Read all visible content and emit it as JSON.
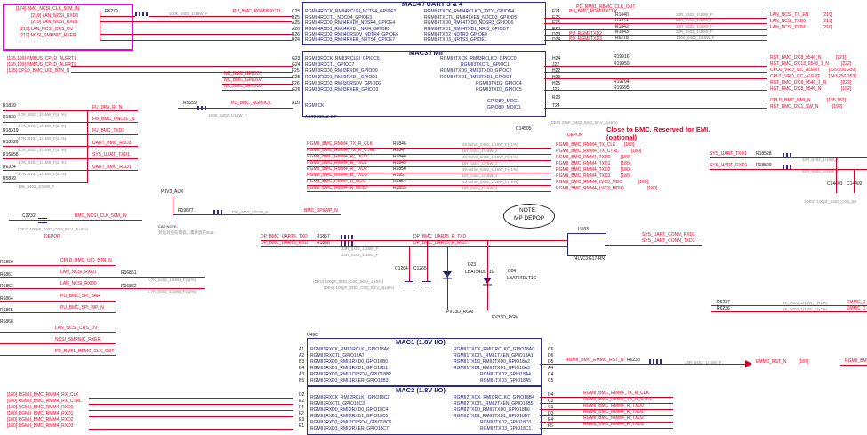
{
  "top_left_block": {
    "lines": [
      "[174] BMC_NCSI_CLK_50M_IN",
      "[219] LAN_NCSI_RXD0",
      "[219] LAN_NCSI_RXD1",
      "[219] LAN_NCSI_CRS_DV",
      "[219] NCSI_SMRNIC_RXER"
    ],
    "res_ref": "R6279",
    "res_val": "100K_0402_1/16W_F",
    "net": "PU_BMC_RGMIIRXCTL"
  },
  "mac4": {
    "title": "MAC4 / UART 3 & 4",
    "left_pins": [
      "C25",
      "B25",
      "A25",
      "A26",
      "B26",
      "B24"
    ],
    "left_names": [
      "RGMII4RXCK_RMII4RCLKI_NCTS4_GPIOE2",
      "RGMII4RXCTL_NDCD4_GPIOE3",
      "RGMII4RXD0_RMII4RXD0_NDSR4_GPIOE4",
      "RGMII4RXD1_RMII4RXD1_NRI4_GPIOE5",
      "RGMII4RXD2_RMII4CRSDV_NDTR4_GPIOE6",
      "RGMII4RXD3_RMII4RXER_NRTS4_GPIOE7"
    ],
    "right_names": [
      "RGMII4TXCK_RMII4RCLKO_TXD3_GPIOD4",
      "RGMII4TXCTL_RMII4TXEN_NDCD3_GPIOD5",
      "RGMII4TXD0_RMII4TXD0_NDSR3_GPIOD6",
      "RGMII4TXD1_RMII4TXD1_NRI3_GPIOD7",
      "RGMII4TXD2_NDTR3_GPIOE0",
      "RGMII4TXD3_NRTS3_GPIOE1"
    ],
    "right_pins": [
      "F24",
      "E25",
      "F23",
      "E23",
      "D23",
      "D24"
    ],
    "out_refs": [
      "R1840",
      "R1841",
      "R1842",
      "R1843",
      "R6278"
    ],
    "out_vals": [
      "33R_0402_1/16W_F",
      "33R_0402_1/16W_F",
      "33R_0402_1/16W_F",
      "33R_0402_1/16W_F",
      "100K_0402_1/16W_F"
    ],
    "out_nets": [
      "PU_BMC_RGMIITXCLK",
      "LAN_NCSI_TX_EN",
      "LAN_NCSI_TXD0",
      "LAN_NCSI_TXD1",
      "PU_RGMIITXD2",
      "PD_RGMIITXD3"
    ],
    "out_refs_num": [
      "[219]",
      "[219]",
      "[219]"
    ],
    "top_net": "PD_RMII1_RBMC_CLK_OUT"
  },
  "mac3": {
    "title": "MAC3 / MII",
    "left_pins": [
      "G23",
      "G24",
      "F25",
      "G25",
      "F26",
      "G26"
    ],
    "left_names": [
      "RGMII3RXCK_RMII3RCLKI_GPIOC6",
      "RGMII3RXCTL_GPIOC7",
      "RGMII3RXD0_RMII3RXD0_GPIOD0",
      "RGMII3RXD1_RMII3RXD1_GPIOD1",
      "RGMII3RXD2_RMII3CRSDV_GPIOD2",
      "RGMII3RXD3_RMII3RXER_GPIOD3"
    ],
    "right_names": [
      "RGMII3TXCK_RMII3RCLKO_GPIOC0",
      "RGMII3TXCTL_GPIOC1",
      "RGMII3TXD0_RMII3TXD0_GPIOC2",
      "RGMII3TXD1_RMII3TXD1_GPIOC3",
      "RGMII3TXD2_GPIOC4",
      "RGMII3TXD3_GPIOC5"
    ],
    "right_pins": [
      "H24",
      "J22",
      "H22",
      "H23",
      "H25",
      "J23"
    ],
    "left_nets": [
      "[135,199] PMBUS_CPLD_ALERT1",
      "[135,199] PMBUS_CPLD_ALERT2",
      "[135] CPLD_BMC_UID_BTN_N",
      "NC_BMC_GPIOD1",
      "NC_BMC_GPIOD2",
      "NC_BMC_GPIOD3"
    ],
    "right_nets": [
      "RST_BMC_I2C8_9546_N",
      "RST_BMC_I2C13_9548_1_N",
      "CPU0_VRD_I2C_ALERT",
      "CPU1_VRD_I2C_ALERT",
      "RST_BMC_I2C8_9546_1_N",
      "RST_BMC_I2C8_9546_N"
    ],
    "right_num": [
      "[221]",
      "[222]",
      "[229,230,239]",
      "[243,250,253]",
      "[222]",
      "[192]"
    ],
    "right_refs": [
      "R19916",
      "R19950",
      "R19704",
      "R19695"
    ]
  },
  "rgmiick": {
    "pin": "A10",
    "name": "RGMIICK",
    "ref": "R5659",
    "val": "100K_0402_1/16W_F",
    "net": "PD_BMC_RGMIICK",
    "chip": "AST2600A3-GP",
    "mdio": [
      "GPIO8D_MDC1",
      "GPIO8D_MDIO1"
    ],
    "mdio_pins": [
      "R23",
      "T24"
    ],
    "mdio_nets": [
      "CPLD_BMC_NMI_N",
      "RST_BMC_I2C1_SW_N"
    ],
    "mdio_num": [
      "[135,182]",
      "[192]"
    ]
  },
  "left_pullups": {
    "refs": [
      "R1839",
      "R1830",
      "R18319",
      "R18320",
      "R16858",
      "R6324",
      "R5839"
    ],
    "vals": [
      "4.7K_0402_1/16W_F(x1%)",
      "4.7K_0402_1/16W_F(x1%)",
      "4.7K_0402_1/16W_F(x1%)",
      "4.7K_0402_1/16W_F(x1%)",
      "4.7K_0402_1/16W_F(x1%)",
      "4.7K_0402_1/16W_F(x1%)",
      "10K_0402_1/16W_F"
    ],
    "nets": [
      "FU_DPA_RI_N",
      "FM_BMC_ONCTL_N",
      "FU_BMC_TXD3",
      "UART_BMC_RXD3",
      "SYS_UART_TXD1",
      "UART_BMC_RXD1"
    ]
  },
  "rmm4_series": {
    "nets_left": [
      "RGMII_BMC_RMM4_TX_R_CLK",
      "RGMII_BMC_RMM4_TX_R_CTRL",
      "RGMII_BMC_RMM4_R_TXD0",
      "RGMII_BMC_RMM4_R_TXD1",
      "RGMII_BMC_RMM4_R_TXD2",
      "RGMII_BMC_RMM4_R_TXD3",
      "RGMII_BMC_RMM4_R_MDC",
      "RGMII_BMC_RMM4_R_MDIO"
    ],
    "refs": [
      "R1846",
      "R1847",
      "R1848",
      "R1849",
      "R1850",
      "R1851",
      "R1854",
      "R1855"
    ],
    "vals": [
      "49.9ohm_0402_1/16W_F(x1%)",
      "DR_0402_1/16W_J",
      "49.9ohm_0402_1/16W_F(x1%)",
      "DR_0402_1/16W_J",
      "49.9ohm_0402_1/16W_F(x1%)",
      "DR_0402_1/16W_J",
      "49.9ohm_0402_1/16W_F(x1%)",
      "DR_0402_1/16W_J"
    ],
    "nets_right": [
      "RGMII_BMC_RMM4_TX_CLK",
      "RGMII_BMC_RMM4_TX_CTRL",
      "RGMII_BMC_RMM4_TXD0",
      "RGMII_BMC_RMM4_TXD1",
      "RGMII_BMC_RMM4_TXD2",
      "RGMII_BMC_RMM4_TXD3",
      "RGMII_BMC_RMM4_LVC3_MDC",
      "RGMII_BMC_RMM4_LVC3_MDIO"
    ],
    "nums": [
      "[180]",
      "[180]",
      "[180]",
      "[180]",
      "[180]",
      "[180]",
      "[180]",
      "[180]"
    ]
  },
  "c14505": {
    "ref": "C14505",
    "val": "(DEV) 22pF_0402_C0G_50 V_J(±5%)",
    "note": "Close to BMC. Reserved for EMI.",
    "note2": "(optional)",
    "depop": "DEPOP"
  },
  "mp_depop": {
    "line1": "NOTE:",
    "line2": "MP DEPOP"
  },
  "p3v3": {
    "label": "P3V3_AUX",
    "ref": "R19677",
    "val": "10K_0402_1/16W_F",
    "net": "BMC_SPIIWP_N"
  },
  "c2232": {
    "ref": "C2232",
    "net": "BMC_NCSI_CLK_50M_IN",
    "val": "(DEV) 100pF_0402_C0G_50 V_J(±5%)",
    "depop": "DEPOP"
  },
  "cad_note": {
    "l1": "CAD NOTE:",
    "l2": "封装对应的电容，需要放在stub"
  },
  "uart5": {
    "nets_left": [
      "DP_BMC_UART5_TXD",
      "DP_BMC_UART5_RXD"
    ],
    "refs": [
      "R1857",
      "R1858"
    ],
    "vals": [
      "33R_0402_1/16W_F",
      "33R_0402_1/16W_F"
    ],
    "nets_mid": [
      "DP_BMC_UART5_R_TXD",
      "DP_BMC_UART5_R_RXD"
    ],
    "u": "U103",
    "u_part": "74LVC2G17-RN",
    "nets_right": [
      "SYS_UART_CONN_RXD1",
      "SYS_UART_CONN_TXD1"
    ],
    "caps": [
      "C1264",
      "C1265"
    ],
    "cap_val1": "(DEV) 100pF_0402_C0G_50 V_J(±5%)",
    "cap_val2": "(DEV) 100pF_0402_C0G_50 V_J(±5%)",
    "diodes": [
      "D23",
      "D24"
    ],
    "diode_part": "LBAT54DLT1G",
    "pv": [
      "PV33D_RGM",
      "PV33D_RGM"
    ]
  },
  "right_top": {
    "nets": [
      "SYS_UART_TXD1",
      "SYS_UART_RXD1"
    ],
    "refs": [
      "R18528",
      "R18529"
    ],
    "vals": [
      "33R_0402_1/16W_F",
      "33R_0402_1/16W_F"
    ],
    "caps": [
      "C14401",
      "C14402"
    ],
    "cap_val": "(DEV) 100pF_0402_C0G_50"
  },
  "left_mid": {
    "refs": [
      "R6860",
      "R6861",
      "R6863",
      "R6864",
      "R6865",
      "R6868"
    ],
    "nets": [
      "CPLD_BMC_UID_BTN_N",
      "LAN_NCSI_RXD1",
      "LAN_NCSI_RXD0",
      "PU_BMC_SPI_BAR",
      "PU_BMC_SPI_WP_N",
      "LAN_NCSI_CRS_DV",
      "NCSI_SMRNIC_RXER",
      "PD_RMII1_RBMC_CLK_OUT"
    ],
    "refs_mid": [
      "R16861",
      "R16862"
    ],
    "vals": "4.7K_0402_1/16W_F(x1%)"
  },
  "right_mid": {
    "refs": [
      "R6237",
      "R6236"
    ],
    "vals": [
      "1K_0402_1/16W_F(x1%)",
      "1K_0402_1/16W_F(x1%)"
    ],
    "nets": [
      "EMMC_C",
      "EMMC_C"
    ]
  },
  "mac1": {
    "chip": "U49C",
    "title": "MAC1 (1.8V I/O)",
    "left_pins": [
      "A1",
      "A2",
      "B3",
      "B4",
      "A3",
      "B5"
    ],
    "left_names": [
      "RGMII1RXCK_RMII1RCLKI_GPIO18A6",
      "RGMII1RXCTL_GPIO18A7",
      "RGMII1RXD0_RMII1RXD0_GPIO18B0",
      "RGMII1RXD1_RMII1RXD1_GPIO18B1",
      "RGMII1RXD2_RMII1CRSDV_GPIO18B2",
      "RGMII1RXD3_RMII1RXER_GPIO18B3"
    ],
    "right_names": [
      "RGMII1TXCK_RMII1RCLKO_GPIO18A0",
      "RGMII1TXCTL_RMII1TXEN_GPIO18A1",
      "RGMII1TXD0_RMII1TXD0_GPIO18A2",
      "RGMII1TXD1_RMII1TXD1_GPIO18A3",
      "RGMII1TXD2_GPIO18A4",
      "RGMII1TXD3_GPIO18A5"
    ],
    "right_pins": [
      "C6",
      "D6",
      "D5",
      "A4",
      "C4",
      "C5"
    ],
    "out_net": "RGMII_BMC_EMMC_RST_N",
    "out_ref": "R6238",
    "out_val": "33R_0402_1/16W_F",
    "out_final": "EMMC_RST_N",
    "out_num": "[187]"
  },
  "mac2": {
    "title": "MAC2 (1.8V I/O)",
    "left_pins": [
      "D2",
      "E2",
      "F4",
      "F2",
      "E3",
      "E1"
    ],
    "left_names": [
      "RGMII2RXCK_RMII2RCLKI_GPIO18C2",
      "RGMII2RXCTL_GPIO18C3",
      "RGMII2RXD0_RMII2RXD0_GPIO18C4",
      "RGMII2RXD1_RMII2RXD1_GPIO18C5",
      "RGMII2RXD2_RMII2CRSDV_GPIO18C6",
      "RGMII2RXD3_RMII2RXER_GPIO18C7"
    ],
    "right_names": [
      "RGMII2TXCK_RMII2RCLKO_GPIO18B4",
      "RGMII2TXCTL_RMII2TXEN_GPIO18B5",
      "RGMII2TXD0_RMII2TXD0_GPIO18B6",
      "RGMII2TXD1_RMII2TXD1_GPIO18B7",
      "RGMII2TXD2_GPIO18C0",
      "RGMII2TXD3_GPIO18C1"
    ],
    "right_pins": [
      "D4",
      "C2",
      "C1",
      "D3",
      "E4",
      "F5"
    ],
    "left_nets": [
      "[180] RGMII_BMC_RMM4_RX_CLK",
      "[180] RGMII_BMC_RMM4_RX_CTRL",
      "[180] RGMII_BMC_RMM4_RXD0",
      "[180] RGMII_BMC_RMM4_RXD1",
      "[180] RGMII_BMC_RMM4_RXD2",
      "[180] RGMII_BMC_RMM4_RXD3"
    ],
    "right_nets": [
      "RGMII_BMC_RMM4_TX_R_CLK",
      "RGMII_BMC_RMM4_TX_R_CTRL",
      "RGMII_BMC_RMM4_R_TXD0",
      "RGMII_BMC_RMM4_R_TXD1",
      "RGMII_BMC_RMM4_R_TXD2",
      "RGMII_BMC_RMM4_R_TXD3"
    ]
  },
  "bottom_right": {
    "net": "RGMII_BM"
  }
}
